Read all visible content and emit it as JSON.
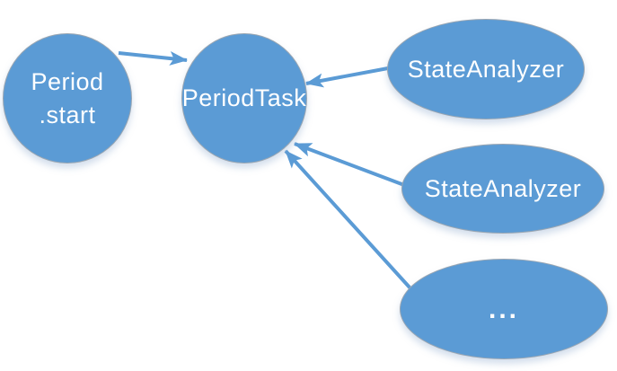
{
  "diagram": {
    "type": "flow-diagram",
    "background": "#ffffff",
    "colors": {
      "node_fill": "#5b9bd5",
      "node_border": "#9aa6b2",
      "arrow": "#5b9bd5",
      "text": "#ffffff"
    },
    "nodes": {
      "period_start": {
        "line1": "Period",
        "line2": ".start",
        "shape": "circle"
      },
      "period_task": {
        "label": "PeriodTask",
        "shape": "circle"
      },
      "state_analyzer_top": {
        "label": "StateAnalyzer",
        "shape": "ellipse"
      },
      "state_analyzer_mid": {
        "label": "StateAnalyzer",
        "shape": "ellipse"
      },
      "more_analyzers": {
        "label": "...",
        "shape": "ellipse"
      }
    },
    "edges": [
      {
        "from": "period_start",
        "to": "period_task"
      },
      {
        "from": "state_analyzer_top",
        "to": "period_task"
      },
      {
        "from": "state_analyzer_mid",
        "to": "period_task"
      },
      {
        "from": "more_analyzers",
        "to": "period_task"
      }
    ]
  }
}
